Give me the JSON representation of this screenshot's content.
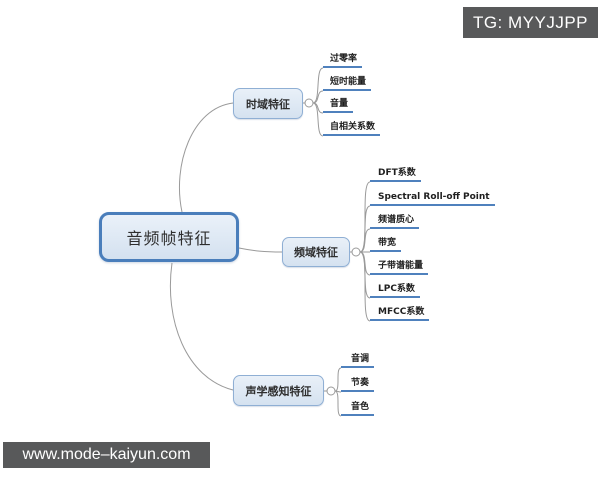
{
  "watermarks": {
    "top_right": "TG: MYYJJPP",
    "bottom_left": "www.mode–kaiyun.com"
  },
  "mindmap": {
    "root": {
      "label": "音频帧特征"
    },
    "branches": [
      {
        "label": "时域特征",
        "children": [
          "过零率",
          "短时能量",
          "音量",
          "自相关系数"
        ]
      },
      {
        "label": "频域特征",
        "children": [
          "DFT系数",
          "Spectral Roll-off Point",
          "频谱质心",
          "带宽",
          "子带谱能量",
          "LPC系数",
          "MFCC系数"
        ]
      },
      {
        "label": "声学感知特征",
        "children": [
          "音调",
          "节奏",
          "音色"
        ]
      }
    ]
  },
  "colors": {
    "root_border": "#4a7ebb",
    "branch_border": "#8fafd4",
    "node_fill": "#dbe6f2",
    "leaf_underline": "#4f81bd",
    "connector": "#9a9a9a",
    "badge_background": "#58595a",
    "badge_text": "#ffffff"
  }
}
